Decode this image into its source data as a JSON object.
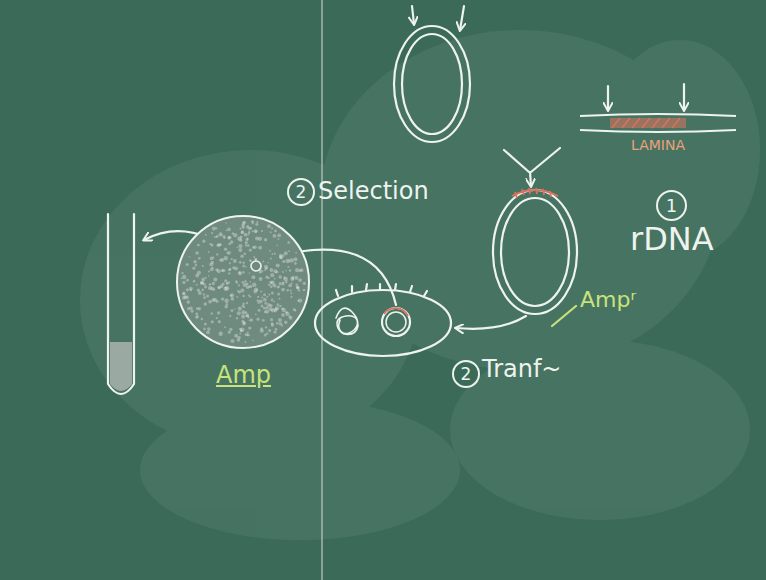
{
  "diagram": {
    "nodes": [
      {
        "text": [
          "LAMINA"
        ]
      },
      {
        "text": [
          "Amp"
        ]
      }
    ],
    "labels": [
      "2",
      "Selection",
      "1",
      "rDNA",
      "Ampʳ",
      "2",
      "Tranf~"
    ]
  }
}
